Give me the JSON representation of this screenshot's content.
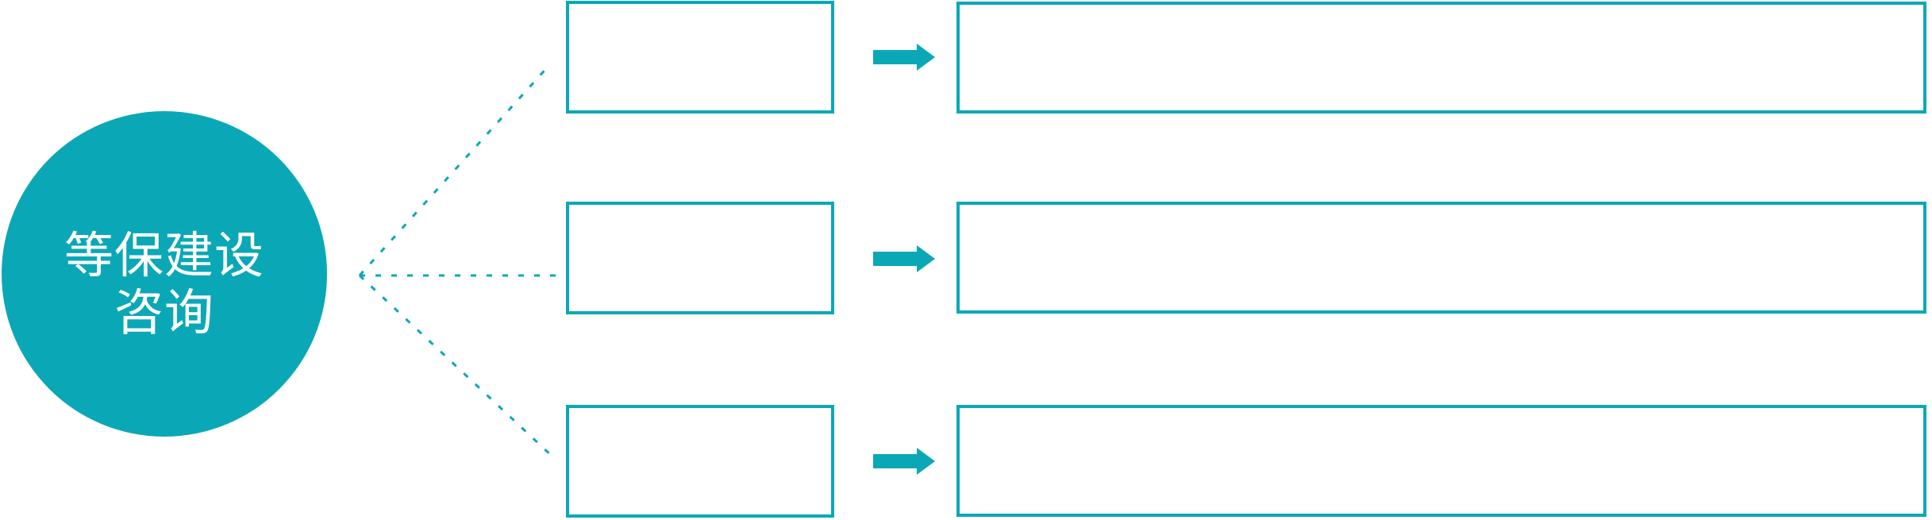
{
  "diagram": {
    "accent_color": "#0AA8B6",
    "hub": {
      "label": "等保建设咨询",
      "label_lines": [
        "等保建设",
        "咨询"
      ]
    },
    "rows": [
      {
        "category_label": "",
        "detail_label": ""
      },
      {
        "category_label": "",
        "detail_label": ""
      },
      {
        "category_label": "",
        "detail_label": ""
      }
    ],
    "icons": {
      "connector": "dotted-fan-line",
      "arrow": "right-block-arrow"
    }
  }
}
